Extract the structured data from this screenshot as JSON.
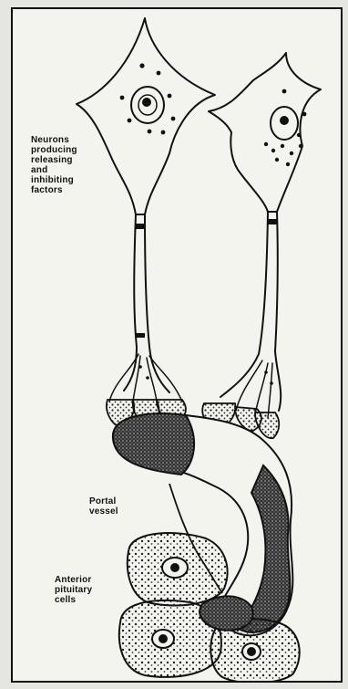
{
  "labels": {
    "neurons": [
      "Neurons",
      "producing",
      "releasing",
      "and",
      "inhibiting",
      "factors"
    ],
    "portal_vessel": [
      "Portal",
      "vessel"
    ],
    "anterior_pituitary": [
      "Anterior",
      "pituitary",
      "cells"
    ]
  },
  "colors": {
    "ink": "#111111",
    "paper": "#f4f4ef",
    "background": "#e6e6e0"
  }
}
